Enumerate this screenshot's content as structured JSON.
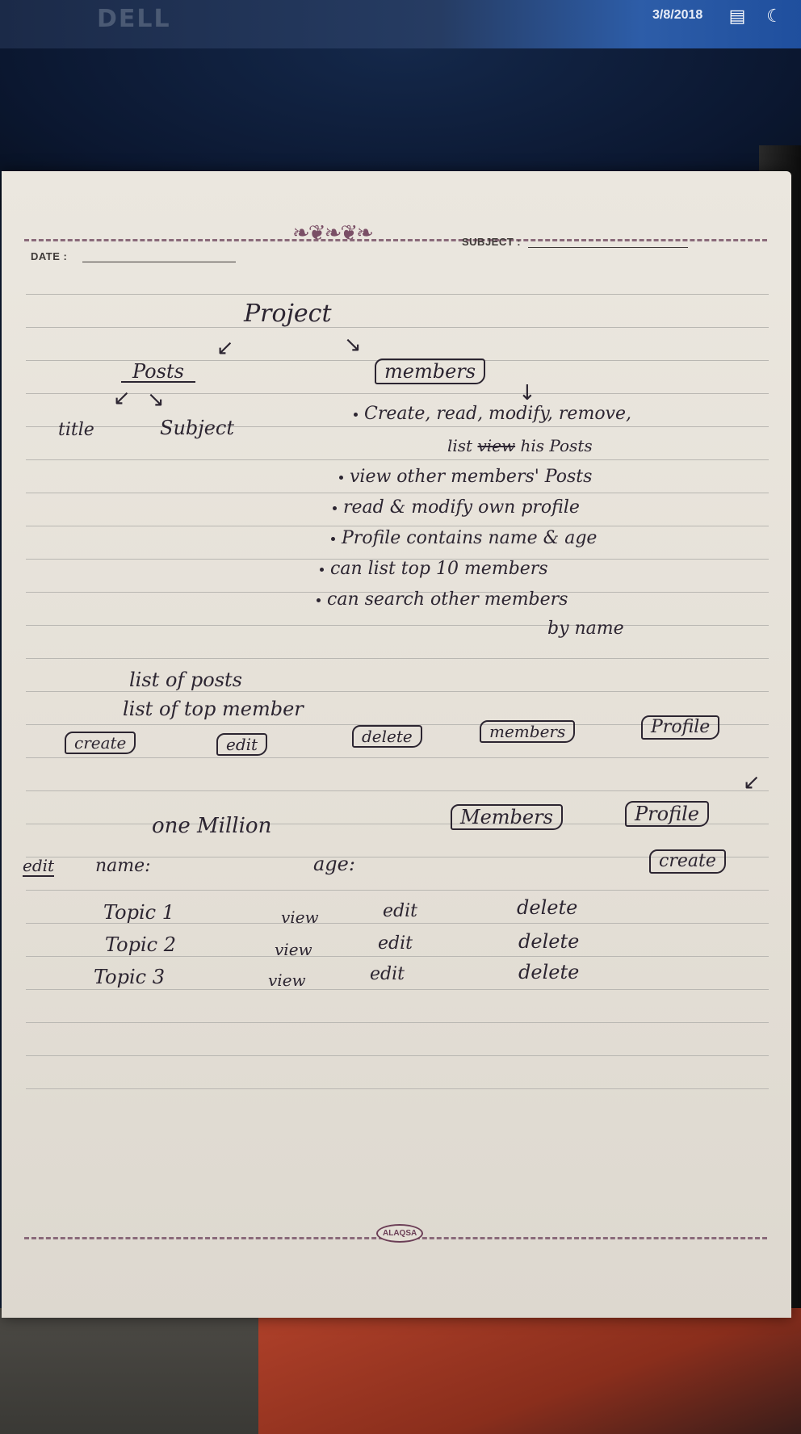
{
  "background": {
    "laptop_brand": "DELL",
    "taskbar_date": "3/8/2018"
  },
  "paper": {
    "date_label": "DATE :",
    "subject_label": "SUBJECT :",
    "footer_logo": "ALAQSA"
  },
  "notes": {
    "project": "Project",
    "posts": "Posts",
    "members": "members",
    "title": "title",
    "subject": "Subject",
    "bullets": [
      "Create, read, modify, remove,",
      "view other members' Posts",
      "read & modify own profile",
      "Profile contains name & age",
      "can list top 10 members",
      "can search other members"
    ],
    "bullet_cont_1_pre": "list",
    "bullet_cont_1_struck": "view",
    "bullet_cont_1_post": "his Posts",
    "bullet_cont_2": "by name",
    "list_of_posts": "list of posts",
    "list_of_top_member": "list of top member",
    "buttons_row1": [
      "create",
      "edit",
      "delete",
      "members",
      "Profile"
    ],
    "one_million": "one Million",
    "buttons_row2": [
      "Members",
      "Profile"
    ],
    "create_button": "create",
    "edit_label": "edit",
    "name_label": "name:",
    "age_label": "age:",
    "topics": [
      {
        "topic": "Topic 1",
        "view": "view",
        "edit": "edit",
        "delete": "delete"
      },
      {
        "topic": "Topic 2",
        "view": "view",
        "edit": "edit",
        "delete": "delete"
      },
      {
        "topic": "Topic 3",
        "view": "view",
        "edit": "edit",
        "delete": "delete"
      }
    ]
  }
}
